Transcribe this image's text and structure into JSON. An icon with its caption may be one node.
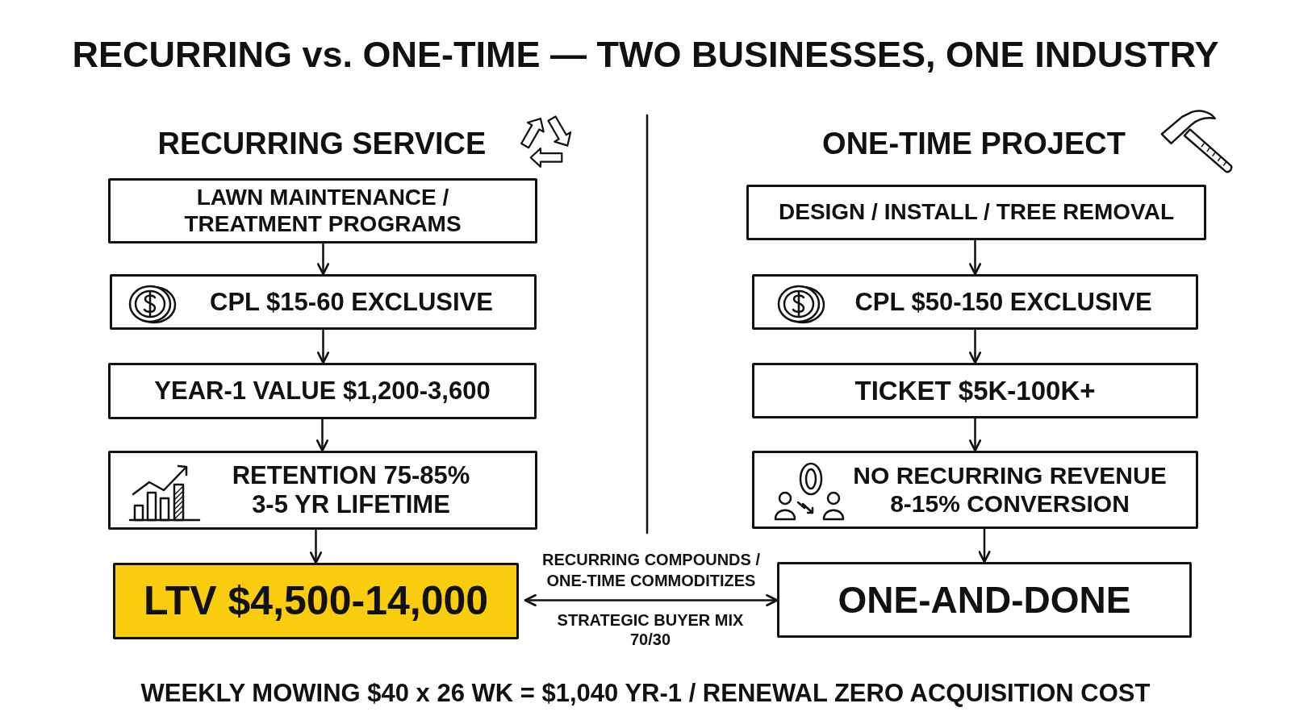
{
  "diagram": {
    "title": "RECURRING vs. ONE-TIME — TWO BUSINESSES, ONE INDUSTRY",
    "caption": "WEEKLY MOWING $40 x 26 WK = $1,040 YR-1 / RENEWAL ZERO ACQUISITION COST",
    "nodes": [
      {
        "text": [
          "LAWN MAINTENANCE / TREATMENT PROGRAMS"
        ]
      },
      {
        "text": [
          "CPL $15-60 EXCLUSIVE"
        ]
      },
      {
        "text": [
          "YEAR-1 VALUE $1,200-3,600"
        ]
      },
      {
        "text": [
          "RETENTION 75-85%",
          "3-5 YR LIFETIME"
        ]
      },
      {
        "text": [
          "LTV $4,500-14,000"
        ]
      },
      {
        "text": [
          "DESIGN / INSTALL / TREE REMOVAL"
        ]
      },
      {
        "text": [
          "CPL $50-150 EXCLUSIVE"
        ]
      },
      {
        "text": [
          "TICKET $5K-100K+"
        ]
      },
      {
        "text": [
          "NO RECURRING REVENUE",
          "8-15% CONVERSION"
        ]
      },
      {
        "text": [
          "ONE-AND-DONE"
        ]
      }
    ],
    "edges": [
      {
        "from": 0,
        "to": 1,
        "arrow": "to"
      },
      {
        "from": 1,
        "to": 2,
        "arrow": "to"
      },
      {
        "from": 2,
        "to": 3,
        "arrow": "to"
      },
      {
        "from": 3,
        "to": 4,
        "arrow": "to"
      },
      {
        "from": 5,
        "to": 6,
        "arrow": "to"
      },
      {
        "from": 6,
        "to": 7,
        "arrow": "to"
      },
      {
        "from": 7,
        "to": 8,
        "arrow": "to"
      },
      {
        "from": 8,
        "to": 9,
        "arrow": "to"
      },
      {
        "from": 4,
        "to": 9,
        "arrow": "both",
        "label": "RECURRING COMPOUNDS / ONE-TIME COMMODITIZES"
      }
    ],
    "labels": [
      "RECURRING SERVICE",
      "ONE-TIME PROJECT",
      "STRATEGIC BUYER MIX 70/30"
    ]
  }
}
